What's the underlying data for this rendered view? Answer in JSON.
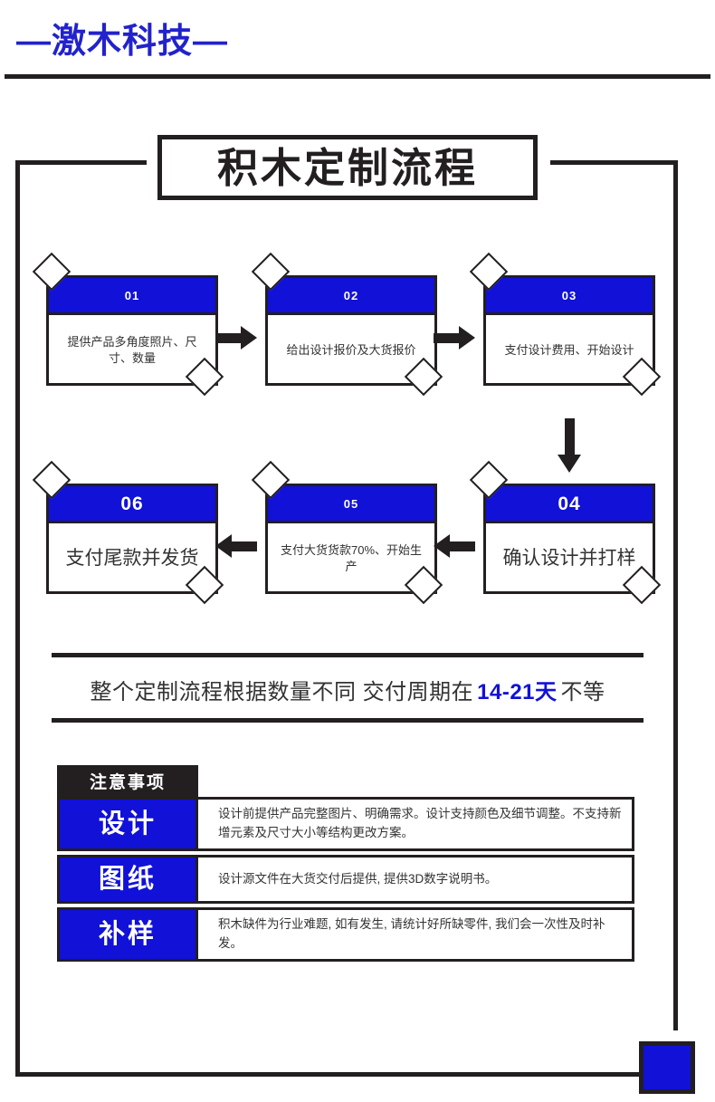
{
  "brand": {
    "title": "—激木科技—",
    "color": "#2222cc"
  },
  "title_plaque": {
    "text": "积木定制流程"
  },
  "colors": {
    "blue": "#1111d8",
    "ink": "#231f20",
    "body_text": "#333333"
  },
  "steps": [
    {
      "number": "01",
      "text": "提供产品多角度照片、尺寸、数量",
      "size": "small"
    },
    {
      "number": "02",
      "text": "给出设计报价及大货报价",
      "size": "small"
    },
    {
      "number": "03",
      "text": "支付设计费用、开始设计",
      "size": "small"
    },
    {
      "number": "04",
      "text": "确认设计并打样",
      "size": "large"
    },
    {
      "number": "05",
      "text": "支付大货货款70%、开始生产",
      "size": "small"
    },
    {
      "number": "06",
      "text": "支付尾款并发货",
      "size": "large"
    }
  ],
  "flow_arrows": [
    {
      "name": "arrow-step-01-to-02",
      "direction": "right"
    },
    {
      "name": "arrow-step-02-to-03",
      "direction": "right"
    },
    {
      "name": "arrow-step-03-to-04",
      "direction": "down"
    },
    {
      "name": "arrow-step-04-to-05",
      "direction": "left"
    },
    {
      "name": "arrow-step-05-to-06",
      "direction": "left"
    }
  ],
  "delivery_band": {
    "prefix": "整个定制流程根据数量不同 交付周期在",
    "highlight": "14-21天",
    "suffix": "不等"
  },
  "notes": {
    "tab_label": "注意事项",
    "rows": [
      {
        "label": "设计",
        "desc": "设计前提供产品完整图片、明确需求。设计支持颜色及细节调整。不支持新增元素及尺寸大小等结构更改方案。"
      },
      {
        "label": "图纸",
        "desc": "设计源文件在大货交付后提供, 提供3D数字说明书。"
      },
      {
        "label": "补样",
        "desc": "积木缺件为行业难题, 如有发生, 请统计好所缺零件, 我们会一次性及时补发。"
      }
    ]
  }
}
